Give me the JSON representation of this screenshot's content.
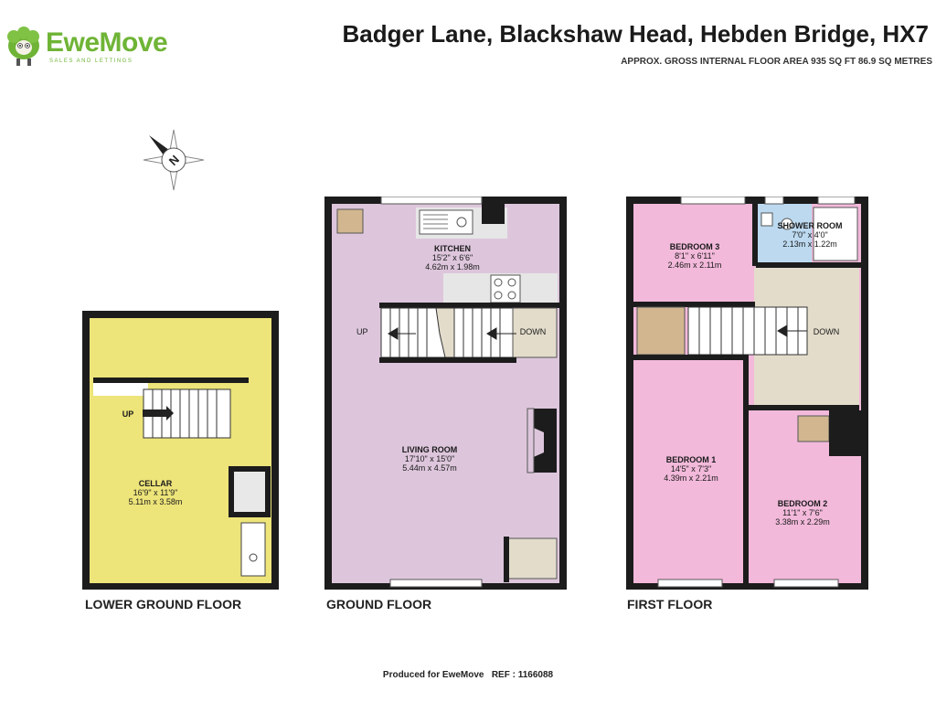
{
  "brand": {
    "name": "EweMove",
    "tagline": "SALES AND LETTINGS"
  },
  "title": "Badger Lane, Blackshaw Head, Hebden Bridge, HX7",
  "subtitle": "APPROX. GROSS INTERNAL FLOOR AREA 935 SQ FT 86.9 SQ METRES",
  "compass": {
    "label": "N"
  },
  "floors": {
    "lower": {
      "label": "LOWER GROUND FLOOR",
      "stair_label": "UP",
      "cellar": {
        "name": "CELLAR",
        "imperial": "16'9\" x 11'9\"",
        "metric": "5.11m x 3.58m"
      }
    },
    "ground": {
      "label": "GROUND FLOOR",
      "stair_up": "UP",
      "stair_down": "DOWN",
      "kitchen": {
        "name": "KITCHEN",
        "imperial": "15'2\" x 6'6\"",
        "metric": "4.62m x 1.98m"
      },
      "living": {
        "name": "LIVING ROOM",
        "imperial": "17'10\" x 15'0\"",
        "metric": "5.44m x 4.57m"
      }
    },
    "first": {
      "label": "FIRST FLOOR",
      "stair_down": "DOWN",
      "bedroom3": {
        "name": "BEDROOM 3",
        "imperial": "8'1\" x 6'11\"",
        "metric": "2.46m x 2.11m"
      },
      "shower": {
        "name": "SHOWER ROOM",
        "imperial": "7'0\" x 4'0\"",
        "metric": "2.13m x 1.22m"
      },
      "bedroom1": {
        "name": "BEDROOM 1",
        "imperial": "14'5\" x 7'3\"",
        "metric": "4.39m x 2.21m"
      },
      "bedroom2": {
        "name": "BEDROOM 2",
        "imperial": "11'1\" x 7'6\"",
        "metric": "3.38m x 2.29m"
      }
    }
  },
  "footer": "Produced for EweMove   REF : 1166088",
  "colors": {
    "wall": "#1c1c1c",
    "cellar": "#ede47a",
    "ground": "#ddc6dc",
    "bedroom": "#f2b9da",
    "landing": "#e3dccb",
    "shower": "#bcd9ef",
    "cupboard": "#d1b690",
    "counter": "#e6e6e6"
  }
}
